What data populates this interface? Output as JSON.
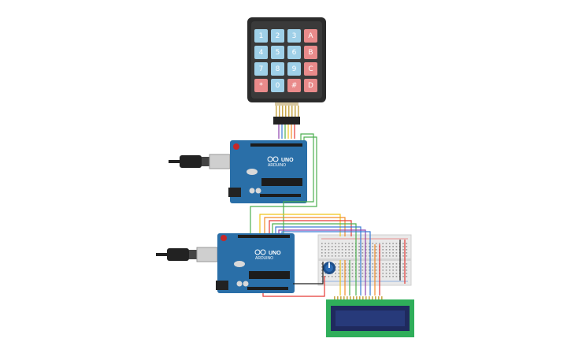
{
  "keypad": {
    "keys": [
      {
        "label": "1",
        "color": "#9fd0e8"
      },
      {
        "label": "2",
        "color": "#9fd0e8"
      },
      {
        "label": "3",
        "color": "#9fd0e8"
      },
      {
        "label": "A",
        "color": "#e98b8b"
      },
      {
        "label": "4",
        "color": "#9fd0e8"
      },
      {
        "label": "5",
        "color": "#9fd0e8"
      },
      {
        "label": "6",
        "color": "#9fd0e8"
      },
      {
        "label": "B",
        "color": "#e98b8b"
      },
      {
        "label": "7",
        "color": "#9fd0e8"
      },
      {
        "label": "8",
        "color": "#9fd0e8"
      },
      {
        "label": "9",
        "color": "#9fd0e8"
      },
      {
        "label": "C",
        "color": "#e98b8b"
      },
      {
        "label": "*",
        "color": "#e98b8b"
      },
      {
        "label": "0",
        "color": "#9fd0e8"
      },
      {
        "label": "#",
        "color": "#e98b8b"
      },
      {
        "label": "D",
        "color": "#e98b8b"
      }
    ]
  },
  "arduino_top": {
    "model": "UNO",
    "brand": "ARDUINO",
    "board_color": "#2a6fa8"
  },
  "arduino_bottom": {
    "model": "UNO",
    "brand": "ARDUINO",
    "board_color": "#2a6fa8"
  },
  "lcd": {
    "bezel_color": "#2fae5a",
    "screen_color": "#1f2a5e"
  },
  "breadboard": {
    "color": "#e9e9e9"
  },
  "colors": {
    "wire_green": "#4caf50",
    "wire_yellow": "#f0c419",
    "wire_orange": "#f28c28",
    "wire_blue": "#3a7bd5",
    "wire_red": "#e53935",
    "wire_purple": "#8e44ad",
    "wire_black": "#222222"
  }
}
